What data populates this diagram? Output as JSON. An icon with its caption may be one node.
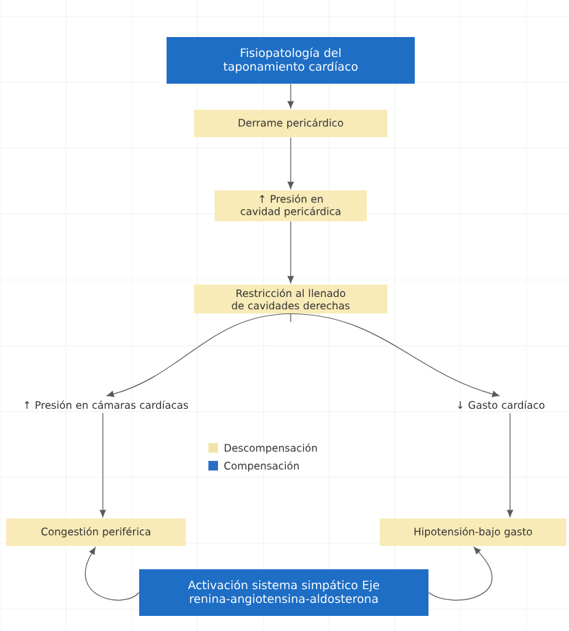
{
  "diagram": {
    "nodes": [
      {
        "text": [
          "Fisiopatología del taponamiento cardíaco"
        ]
      },
      {
        "text": [
          "Derrame pericárdico"
        ]
      },
      {
        "text": [
          "↑ Presión en cavidad pericárdica"
        ]
      },
      {
        "text": [
          "Restricción al llenado de cavidades derechas"
        ]
      },
      {
        "text": [
          "↑ Presión en cámaras cardíacas"
        ]
      },
      {
        "text": [
          "↓ Gasto cardíaco"
        ]
      },
      {
        "text": [
          "Congestión periférica"
        ]
      },
      {
        "text": [
          "Hipotensión-bajo gasto"
        ]
      },
      {
        "text": [
          "Activación sistema simpático Eje renina-angiotensina-aldosterona"
        ]
      }
    ],
    "edges": [
      {
        "from": 0,
        "to": 1,
        "arrow": "to"
      },
      {
        "from": 1,
        "to": 2,
        "arrow": "to"
      },
      {
        "from": 2,
        "to": 3,
        "arrow": "to"
      },
      {
        "from": 3,
        "to": 4,
        "arrow": "to"
      },
      {
        "from": 3,
        "to": 5,
        "arrow": "to"
      },
      {
        "from": 4,
        "to": 6,
        "arrow": "to"
      },
      {
        "from": 5,
        "to": 7,
        "arrow": "to"
      },
      {
        "from": 8,
        "to": 6,
        "arrow": "to"
      },
      {
        "from": 8,
        "to": 7,
        "arrow": "to"
      }
    ],
    "legend": [
      {
        "text": "Descompensación",
        "color": "#f3e3a6"
      },
      {
        "text": "Compensación",
        "color": "#2a6fc4"
      }
    ]
  }
}
